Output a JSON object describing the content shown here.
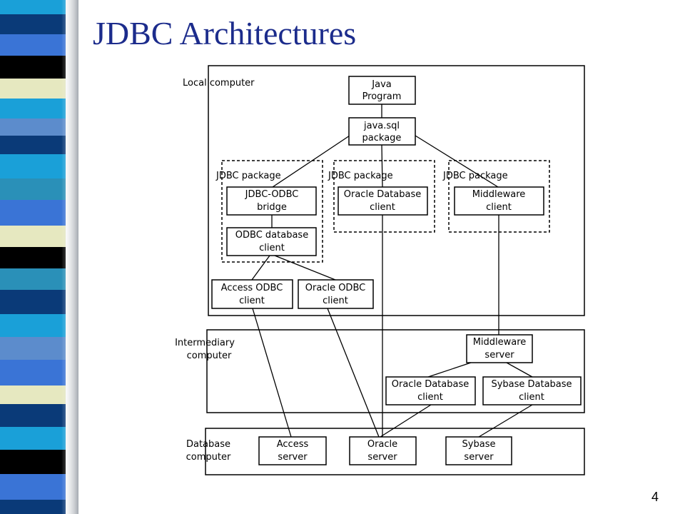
{
  "slide": {
    "title": "JDBC Architectures",
    "page_number": "4"
  },
  "regions": {
    "local": [
      "Local computer"
    ],
    "intermediary": [
      "Intermediary",
      "computer"
    ],
    "database": [
      "Database",
      "computer"
    ]
  },
  "packages": {
    "odbc": "JDBC package",
    "oracle": "JDBC package",
    "middleware": "JDBC package"
  },
  "nodes": {
    "java_program": [
      "Java",
      "Program"
    ],
    "java_sql": [
      "java.sql",
      "package"
    ],
    "jdbc_odbc_bridge": [
      "JDBC-ODBC",
      "bridge"
    ],
    "oracle_db_client_local": [
      "Oracle Database",
      "client"
    ],
    "middleware_client": [
      "Middleware",
      "client"
    ],
    "odbc_db_client": [
      "ODBC database",
      "client"
    ],
    "access_odbc_client": [
      "Access ODBC",
      "client"
    ],
    "oracle_odbc_client": [
      "Oracle ODBC",
      "client"
    ],
    "middleware_server": [
      "Middleware",
      "server"
    ],
    "oracle_db_client_mid": [
      "Oracle Database",
      "client"
    ],
    "sybase_db_client": [
      "Sybase Database",
      "client"
    ],
    "access_server": [
      "Access",
      "server"
    ],
    "oracle_server": [
      "Oracle",
      "server"
    ],
    "sybase_server": [
      "Sybase",
      "server"
    ]
  },
  "colors": {
    "title": "#1c2c8c",
    "stripe": [
      "#0a3a78",
      "#3a74d6",
      "#000000",
      "#e6e8c0",
      "#1aa0d8",
      "#5c8ccc",
      "#2a90b8"
    ]
  }
}
